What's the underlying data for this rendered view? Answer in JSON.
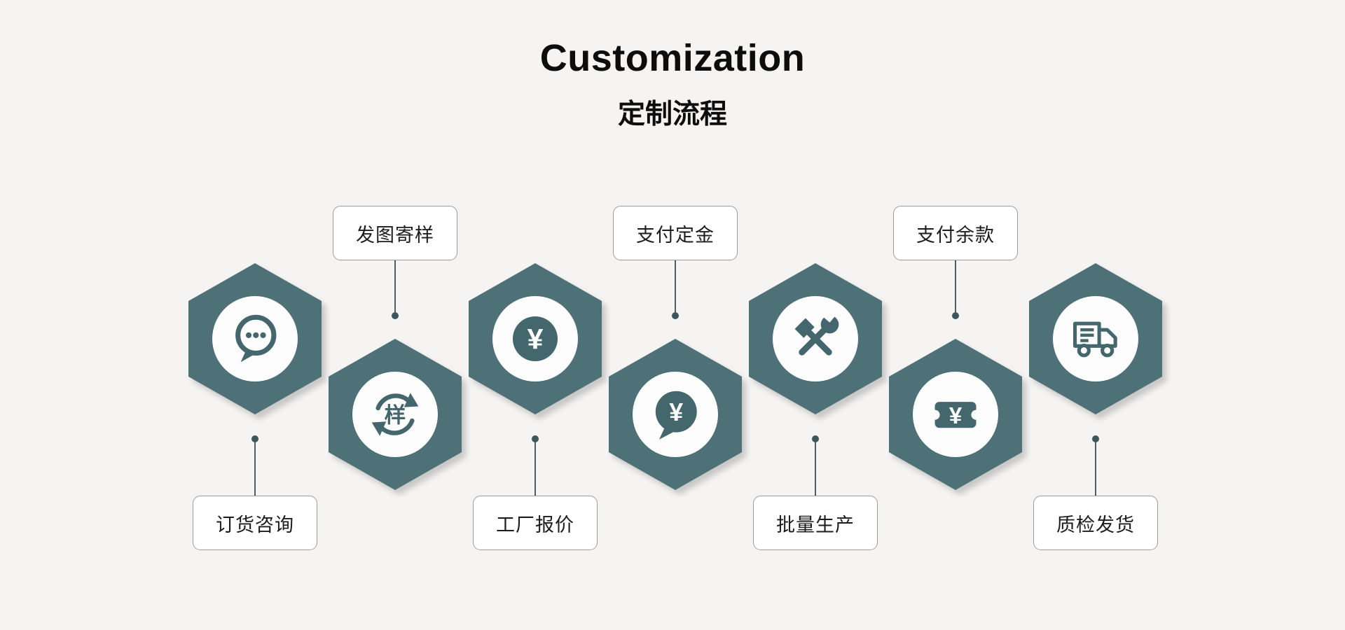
{
  "title": "Customization",
  "subtitle": "定制流程",
  "colors": {
    "background": "#f5f4f2",
    "hexagon": "#4e7177",
    "icon": "#44666d",
    "label_border": "#9c9c9c",
    "text": "#1c1c1c"
  },
  "steps": [
    {
      "label": "订货咨询",
      "icon": "chat-dots-icon",
      "hex_position": "up",
      "label_position": "below"
    },
    {
      "label": "发图寄样",
      "icon": "sample-cycle-icon",
      "icon_char": "样",
      "hex_position": "down",
      "label_position": "above"
    },
    {
      "label": "工厂报价",
      "icon": "yuan-circle-icon",
      "icon_char": "¥",
      "hex_position": "up",
      "label_position": "below"
    },
    {
      "label": "支付定金",
      "icon": "yuan-bubble-icon",
      "icon_char": "¥",
      "hex_position": "down",
      "label_position": "above"
    },
    {
      "label": "批量生产",
      "icon": "tools-icon",
      "hex_position": "up",
      "label_position": "below"
    },
    {
      "label": "支付余款",
      "icon": "yuan-ticket-icon",
      "icon_char": "¥",
      "hex_position": "down",
      "label_position": "above"
    },
    {
      "label": "质检发货",
      "icon": "truck-icon",
      "hex_position": "up",
      "label_position": "below"
    }
  ]
}
